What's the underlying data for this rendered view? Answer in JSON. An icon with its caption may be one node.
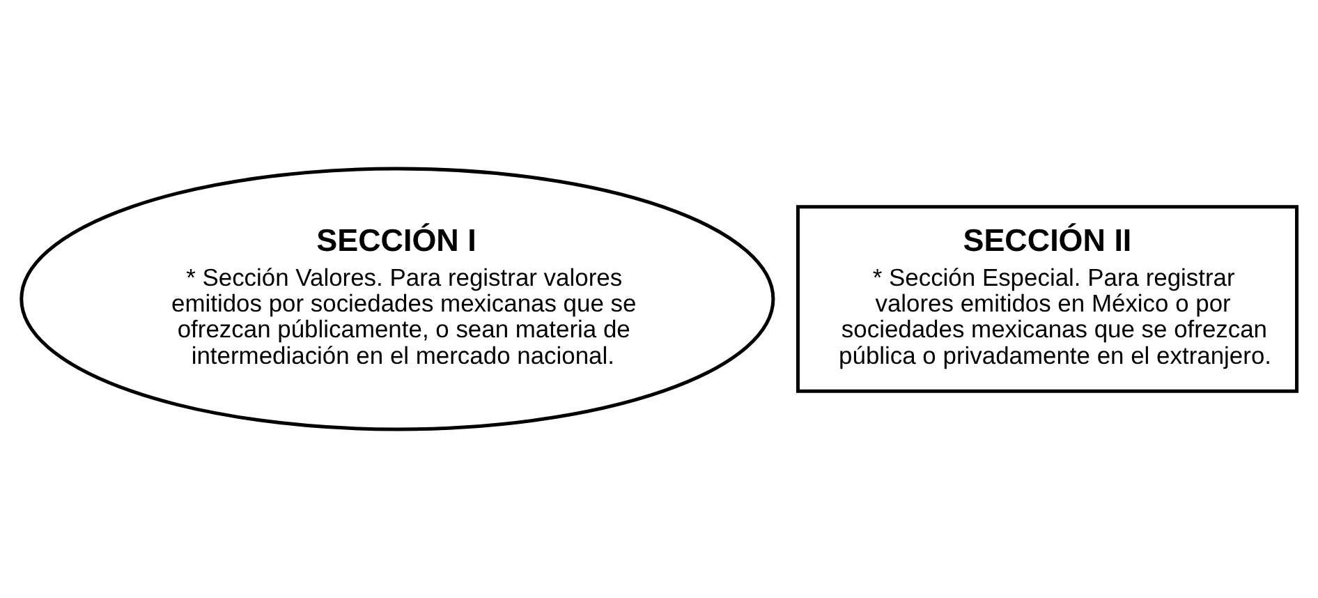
{
  "diagram": {
    "nodes": [
      {
        "text": [
          "SECCIÓN I",
          "* Sección Valores. Para registrar valores emitidos por sociedades mexicanas que se ofrezcan públicamente, o sean materia de intermediación en el mercado nacional."
        ]
      },
      {
        "text": [
          "SECCIÓN II",
          "* Sección Especial. Para registrar valores emitidos en México o por sociedades mexicanas que se ofrezcan pública o privadamente en el extranjero."
        ]
      }
    ]
  }
}
